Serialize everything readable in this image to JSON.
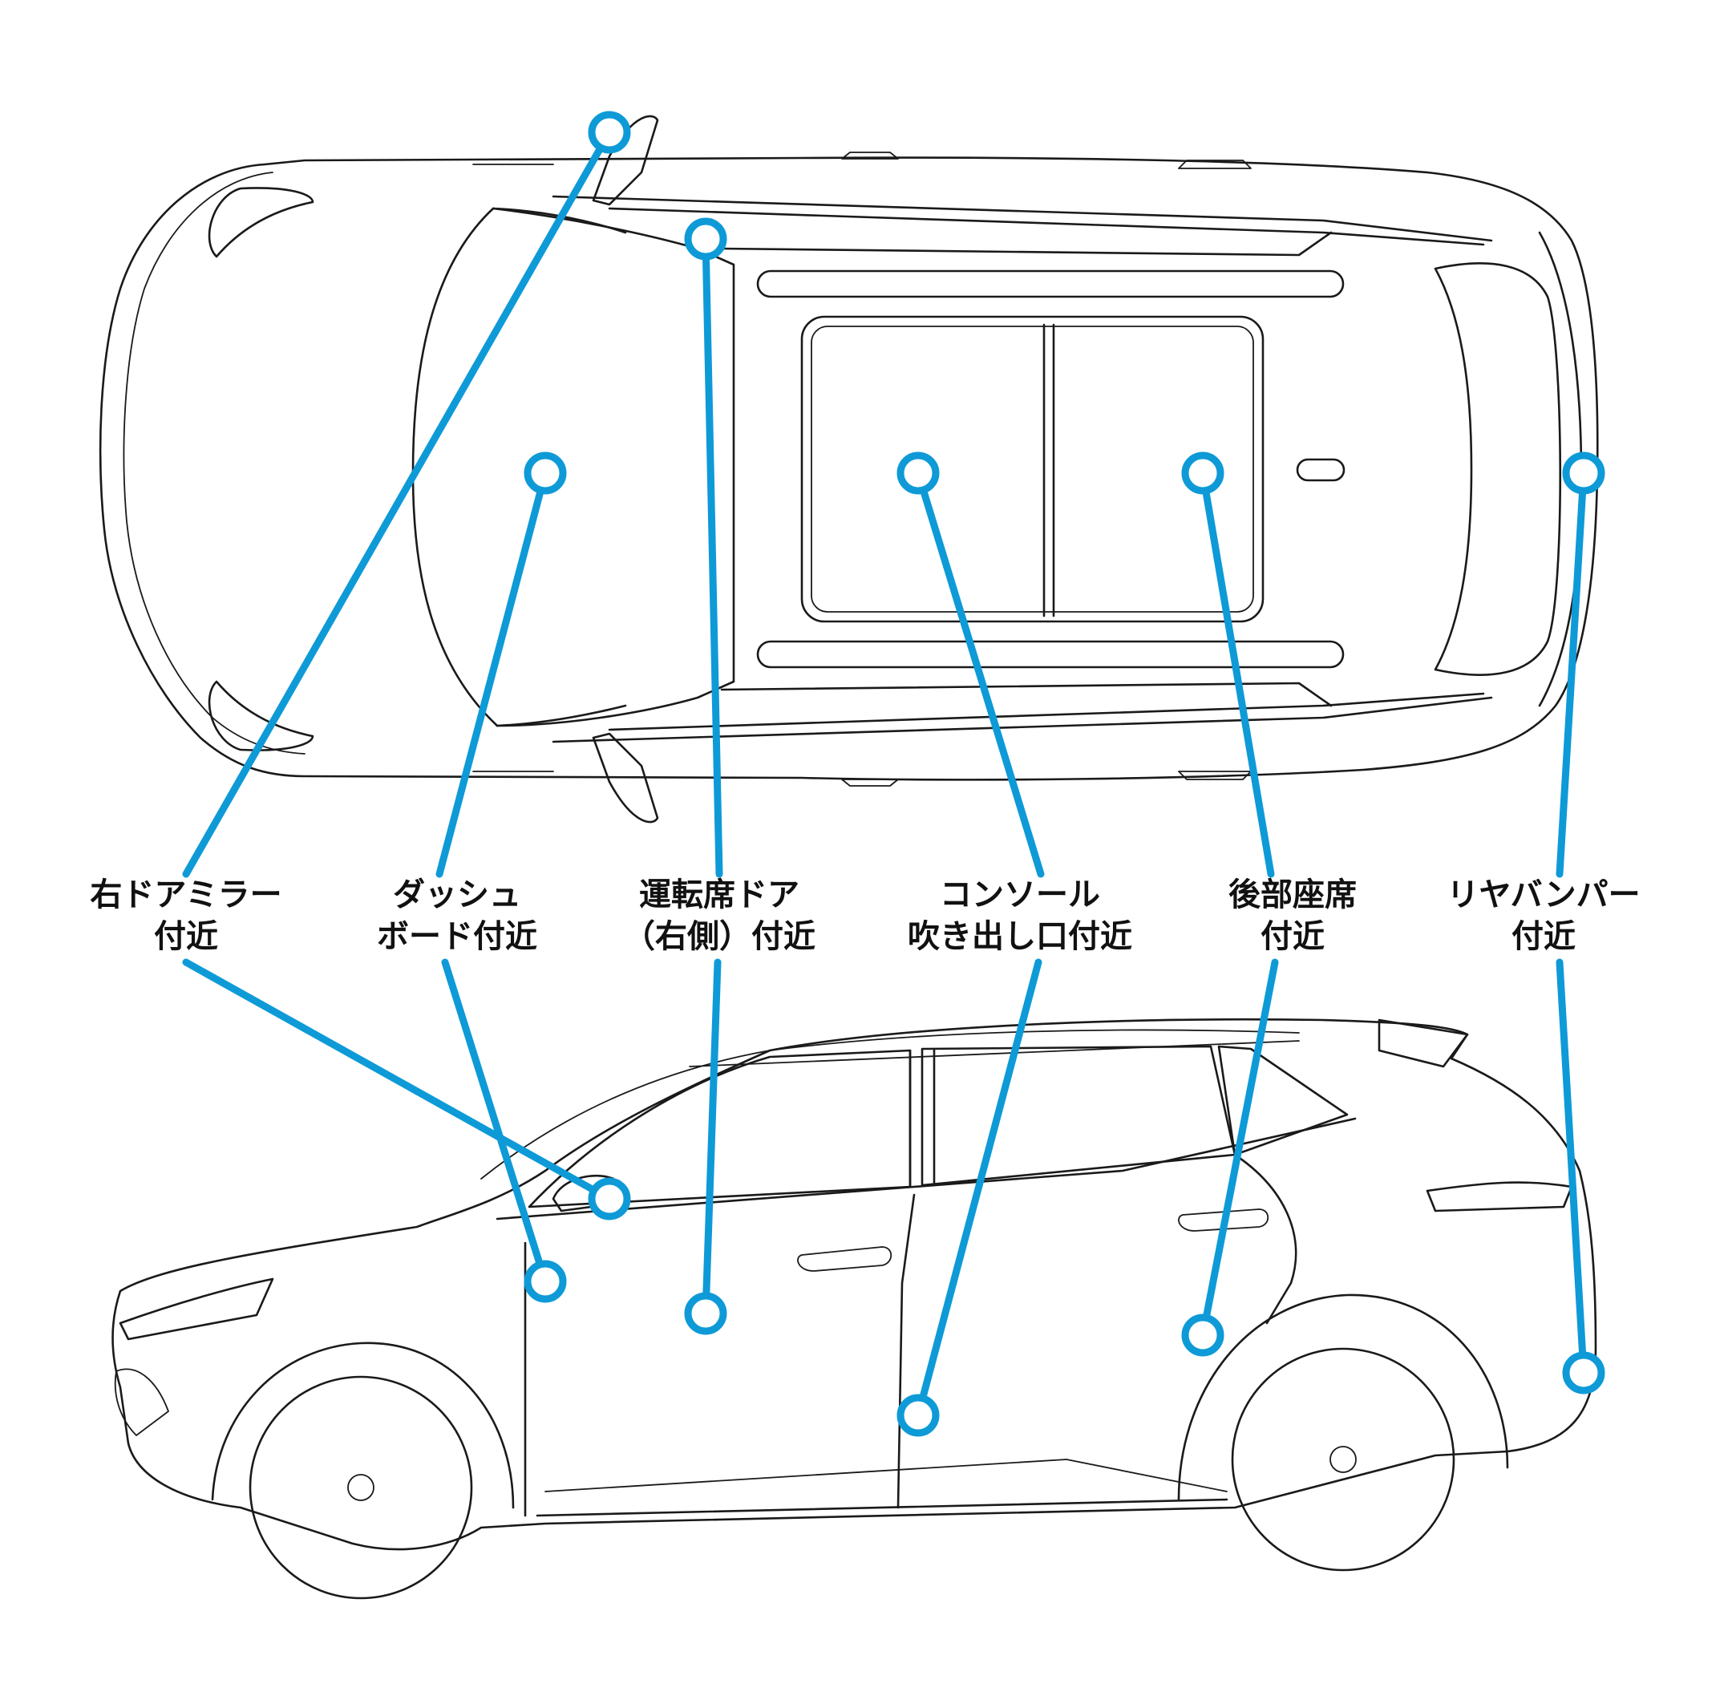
{
  "accent_color": "#0e9ad7",
  "line_color": "#1a1a1a",
  "labels": [
    {
      "id": "right-door-mirror",
      "line1": "右ドアミラー",
      "line2": "付近"
    },
    {
      "id": "dashboard",
      "line1": "ダッシュ",
      "line2": "ボード付近"
    },
    {
      "id": "driver-door",
      "line1": "運転席ドア",
      "line2": "（右側）付近"
    },
    {
      "id": "console-vent",
      "line1": "コンソール",
      "line2": "吹き出し口付近"
    },
    {
      "id": "rear-seat",
      "line1": "後部座席",
      "line2": "付近"
    },
    {
      "id": "rear-bumper",
      "line1": "リヤバンパー",
      "line2": "付近"
    }
  ]
}
